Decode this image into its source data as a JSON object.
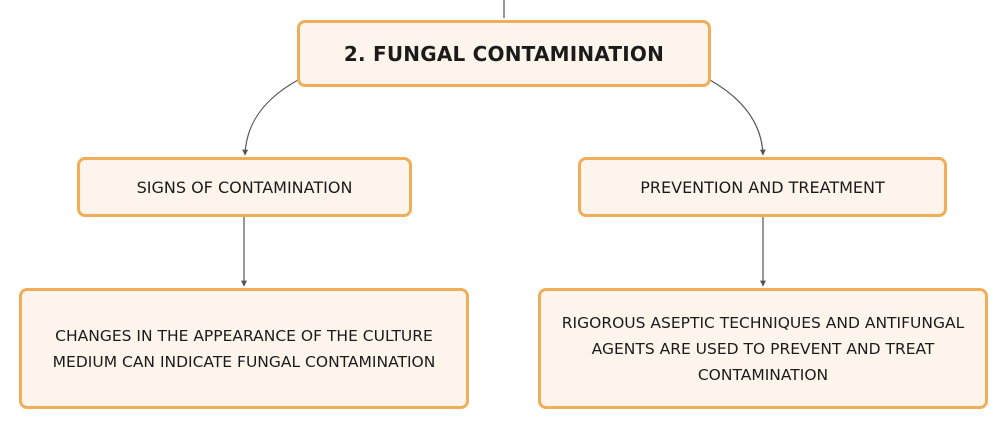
{
  "diagram": {
    "root": {
      "label": "2. FUNGAL CONTAMINATION"
    },
    "branches": [
      {
        "label": "SIGNS OF CONTAMINATION",
        "detail": "CHANGES IN THE APPEARANCE OF THE CULTURE MEDIUM CAN INDICATE FUNGAL CONTAMINATION"
      },
      {
        "label": "PREVENTION AND TREATMENT",
        "detail": "RIGOROUS ASEPTIC TECHNIQUES AND ANTIFUNGAL AGENTS ARE USED TO PREVENT AND TREAT CONTAMINATION"
      }
    ]
  },
  "colors": {
    "node_border": "#f0ad5a",
    "node_fill": "#fdf5ec",
    "connector": "#555555"
  }
}
